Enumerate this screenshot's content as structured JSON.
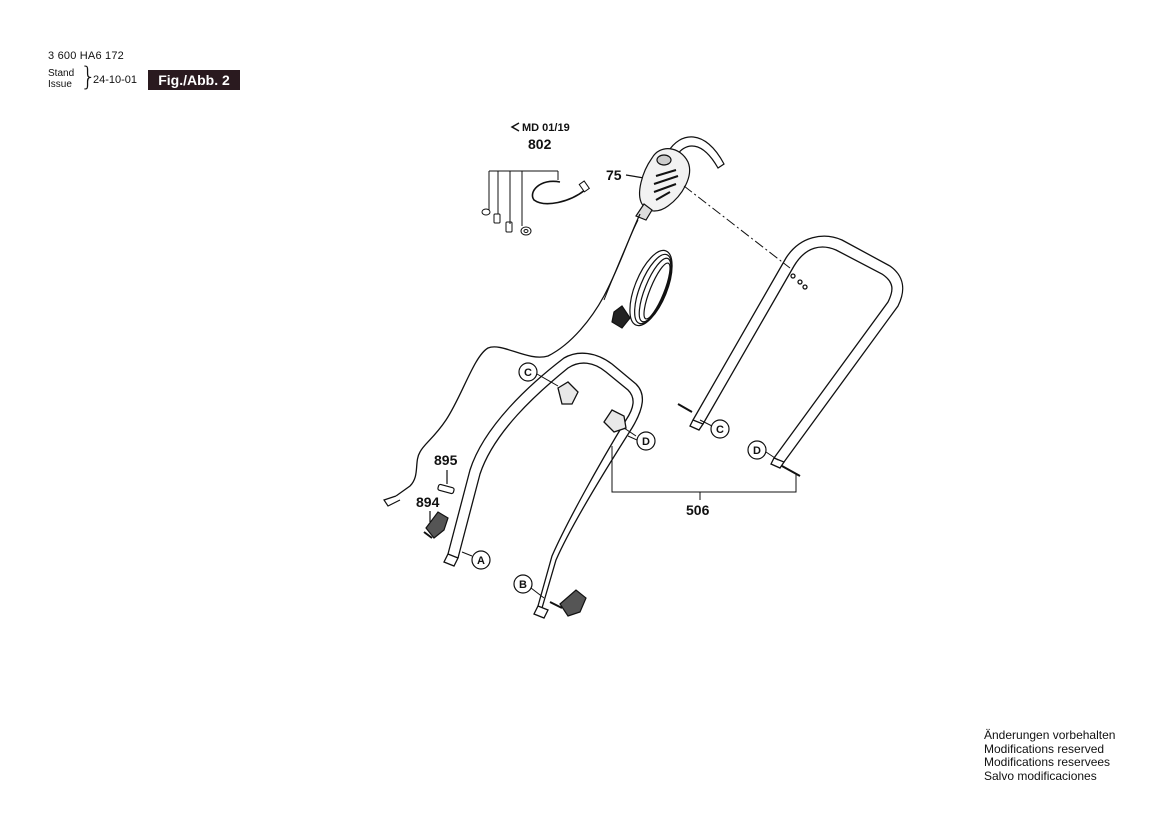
{
  "header": {
    "part_number": "3 600 HA6 172",
    "stand_label": "Stand",
    "issue_label": "Issue",
    "issue_date": "24-10-01",
    "figure": "Fig./Abb. 2"
  },
  "diagram": {
    "revision_note": "MD 01/19",
    "callouts": {
      "p802": "802",
      "p75": "75",
      "p895": "895",
      "p894": "894",
      "p506": "506"
    },
    "markers": {
      "A": "A",
      "B": "B",
      "C1": "C",
      "C2": "C",
      "D1": "D",
      "D2": "D"
    }
  },
  "footer_notes": [
    "Änderungen vorbehalten",
    "Modifications reserved",
    "Modifications reservees",
    "Salvo modificaciones"
  ]
}
